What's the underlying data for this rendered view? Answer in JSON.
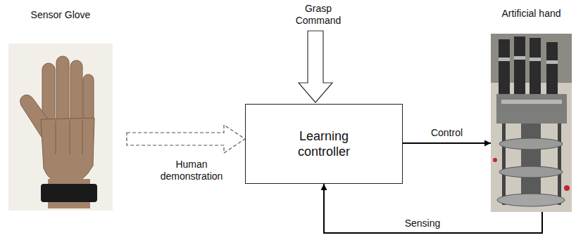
{
  "diagram": {
    "nodes": [
      {
        "text": [
          "Sensor Glove"
        ]
      },
      {
        "text": [
          "Learning controller"
        ]
      },
      {
        "text": [
          "Artificial hand"
        ]
      }
    ],
    "edges": [
      {
        "from": 0,
        "to": 1,
        "arrow": "to",
        "label": "Human demonstration"
      },
      {
        "from": 1,
        "to": 2,
        "arrow": "to",
        "label": "Control"
      },
      {
        "from": 2,
        "to": 1,
        "arrow": "to",
        "label": "Sensing"
      }
    ],
    "labels": [
      "Grasp Command"
    ]
  }
}
